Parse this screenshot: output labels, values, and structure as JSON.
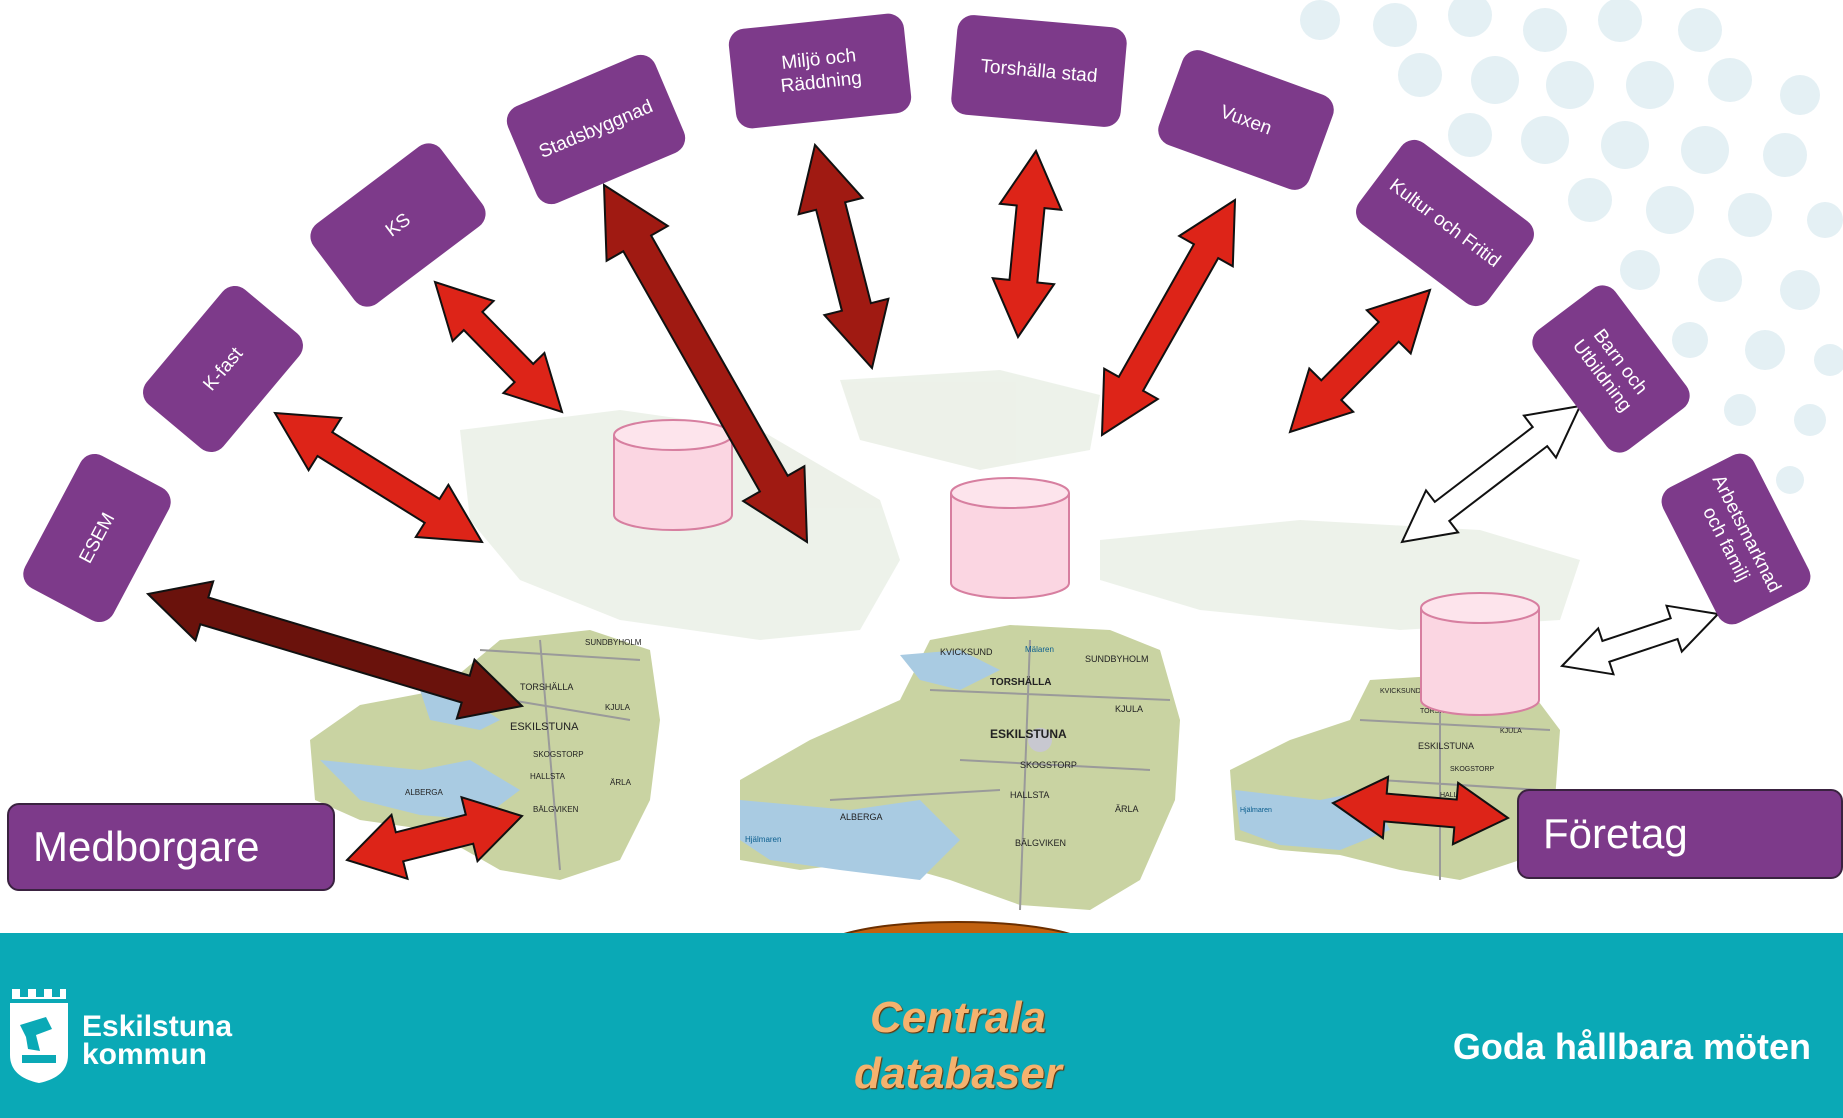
{
  "departments": [
    {
      "id": "esem",
      "label": "ESEM"
    },
    {
      "id": "kfast",
      "label": "K-fast"
    },
    {
      "id": "ks",
      "label": "KS"
    },
    {
      "id": "stadsbyggnad",
      "label": "Stadsbyggnad"
    },
    {
      "id": "miljo",
      "label": "Miljö och Räddning"
    },
    {
      "id": "torshalla",
      "label": "Torshälla stad"
    },
    {
      "id": "vuxen",
      "label": "Vuxen"
    },
    {
      "id": "kultur",
      "label": "Kultur och Fritid"
    },
    {
      "id": "barn",
      "label": "Barn och Utbildning"
    },
    {
      "id": "arbetsmarknad",
      "label": "Arbetsmarknad och familj"
    }
  ],
  "actors": {
    "citizens": "Medborgare",
    "companies": "Företag"
  },
  "central_db": "Centrala databaser",
  "map_labels": {
    "eskilstuna": "ESKILSTUNA",
    "torshalla": "TORSHÄLLA",
    "kvicksund": "KVICKSUND",
    "sundbyholm": "SUNDBYHOLM",
    "kjula": "KJULA",
    "skogstorp": "SKOGSTORP",
    "hallsta": "HALLSTA",
    "alberga": "ALBERGA",
    "arla": "ÄRLA",
    "balgviken": "BÄLGVIKEN",
    "malaren": "Mälaren",
    "hjalmaren": "Hjälmaren"
  },
  "logo": {
    "line1": "Eskilstuna",
    "line2": "kommun"
  },
  "tagline": "Goda hållbara möten",
  "colors": {
    "purple": "#7d3a8a",
    "teal": "#0aa9b6",
    "red": "#dd2418",
    "dark_red": "#a01a12",
    "maroon": "#6a120c",
    "db_pink": "#fbd6e2",
    "db_orange": "#b35200"
  }
}
